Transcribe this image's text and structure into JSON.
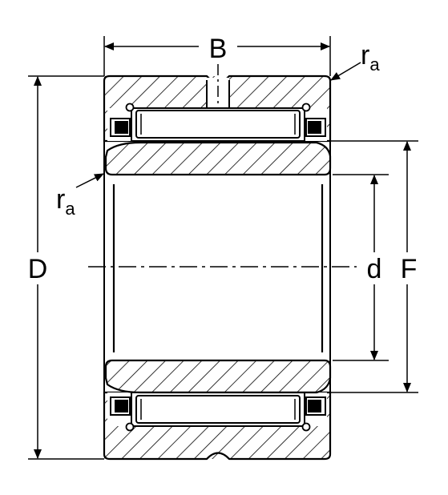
{
  "labels": {
    "width": "B",
    "outer_diameter": "D",
    "bore": "d",
    "raceway_diameter": "F",
    "radius_top": "r",
    "radius_top_sub": "a",
    "radius_left": "r",
    "radius_left_sub": "a"
  },
  "colors": {
    "line": "#000000",
    "background": "#ffffff"
  }
}
